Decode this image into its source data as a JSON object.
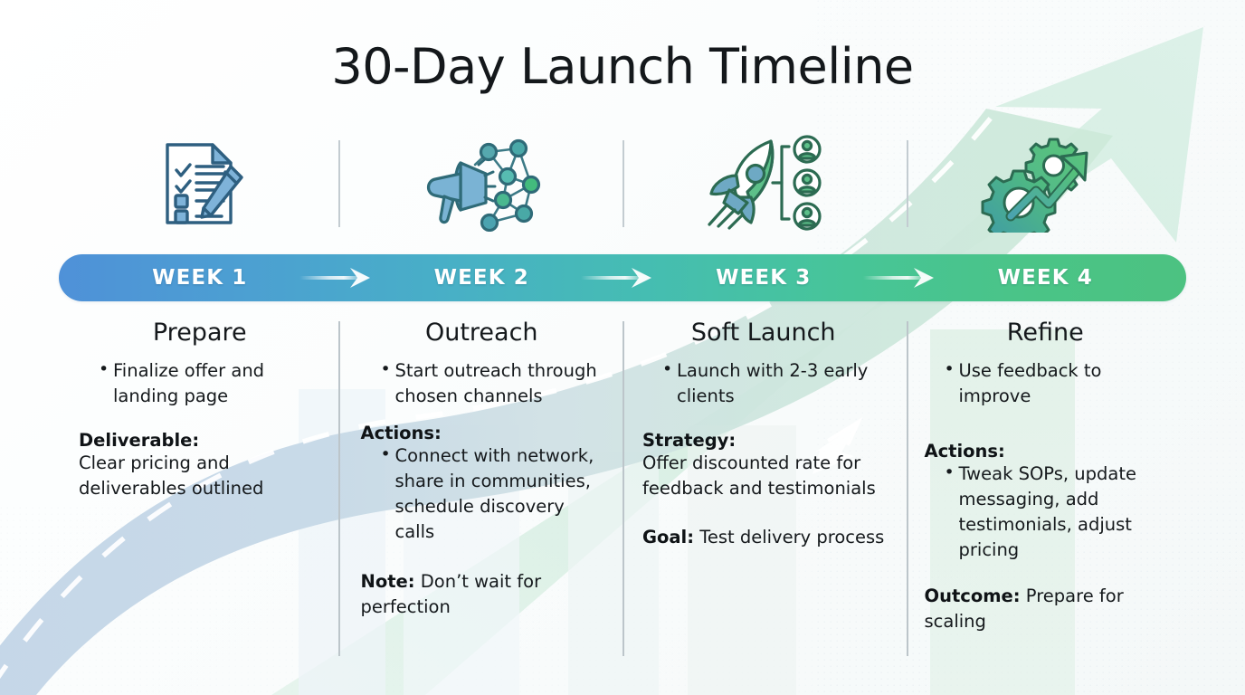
{
  "title": "30-Day Launch Timeline",
  "theme": {
    "bar_start": "#4f91d8",
    "bar_mid": "#45bdb2",
    "bar_end": "#4cc281",
    "text": "#15191c",
    "divider": "#bcc5ca",
    "bg": "#ffffff",
    "road_blue": "#c2d4e6",
    "road_green": "#cfe7db",
    "arrow_bg": "#d3edde"
  },
  "icons": [
    {
      "name": "checklist-document-pencil-icon",
      "week": "WEEK 1"
    },
    {
      "name": "megaphone-network-icon",
      "week": "WEEK 2"
    },
    {
      "name": "rocket-clients-icon",
      "week": "WEEK 3"
    },
    {
      "name": "gears-growth-arrow-icon",
      "week": "WEEK 4"
    }
  ],
  "weeks": [
    {
      "label": "WEEK 1"
    },
    {
      "label": "WEEK 2"
    },
    {
      "label": "WEEK 3"
    },
    {
      "label": "WEEK 4"
    }
  ],
  "columns": [
    {
      "heading": "Prepare",
      "bullets": [
        "Finalize offer and landing page"
      ],
      "blocks": [
        {
          "label": "Deliverable:",
          "label_inline": false,
          "text": "Clear pricing and deliverables outlined",
          "bullets": []
        }
      ]
    },
    {
      "heading": "Outreach",
      "bullets": [
        "Start outreach through chosen channels"
      ],
      "blocks": [
        {
          "label": "Actions:",
          "label_inline": false,
          "text": "",
          "bullets": [
            "Connect with network, share in communities, schedule discovery calls"
          ]
        },
        {
          "label": "Note:",
          "label_inline": true,
          "text": "Don’t wait for perfection",
          "bullets": []
        }
      ]
    },
    {
      "heading": "Soft Launch",
      "bullets": [
        "Launch with 2-3 early clients"
      ],
      "blocks": [
        {
          "label": "Strategy:",
          "label_inline": false,
          "text": "Offer discounted rate for feedback and testimonials",
          "bullets": []
        },
        {
          "label": "Goal:",
          "label_inline": true,
          "text": "Test delivery process",
          "bullets": []
        }
      ]
    },
    {
      "heading": "Refine",
      "bullets": [
        "Use feedback to improve"
      ],
      "blocks": [
        {
          "label": "Actions:",
          "label_inline": false,
          "text": "",
          "bullets": [
            "Tweak SOPs, update messaging, add testimonials, adjust pricing"
          ]
        },
        {
          "label": "Outcome:",
          "label_inline": true,
          "text": "Prepare for scaling",
          "bullets": []
        }
      ]
    }
  ]
}
